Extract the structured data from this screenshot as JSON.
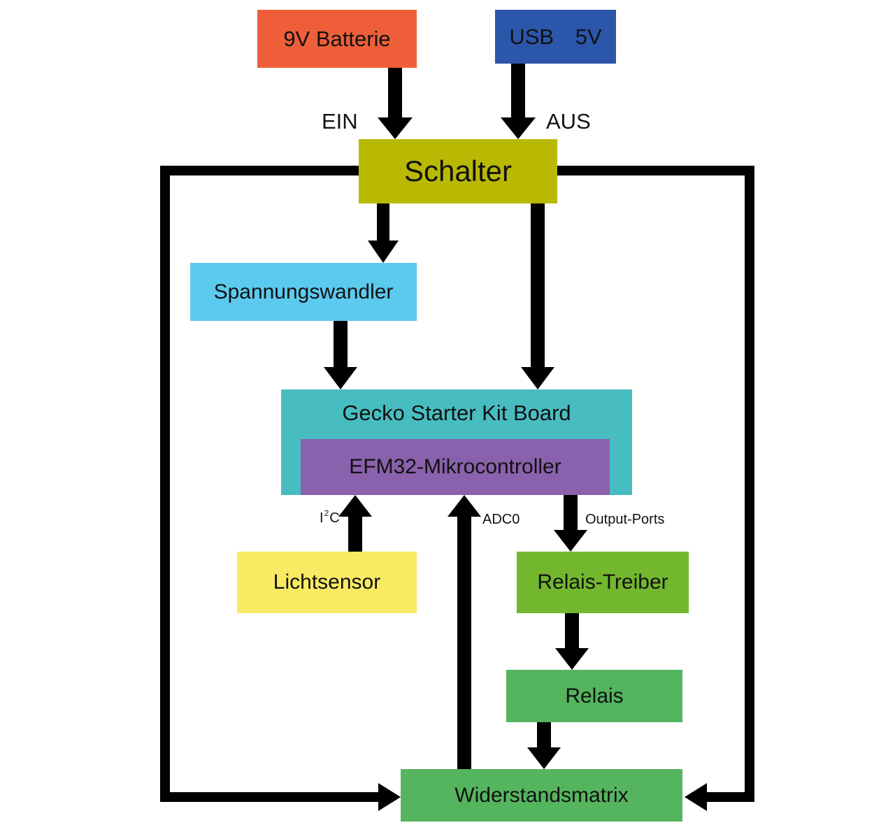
{
  "colors": {
    "battery": "#ee5f39",
    "usb": "#2c56aa",
    "switch": "#b9b904",
    "converter": "#5ccaee",
    "board": "#48bdc1",
    "mcu": "#8a61ac",
    "sensor": "#f8ea63",
    "relay_driver": "#72b72e",
    "relay": "#55b55e",
    "resistor_matrix": "#55b55e",
    "line": "#000000"
  },
  "blocks": {
    "battery": "9V Batterie",
    "usb": "USB 5V",
    "switch": "Schalter",
    "converter": "Spannungswandler",
    "board": "Gecko Starter Kit Board",
    "mcu": "EFM32-Mikrocontroller",
    "sensor": "Lichtsensor",
    "relay_driver": "Relais-Treiber",
    "relay": "Relais",
    "resistor_matrix": "Widerstandsmatrix"
  },
  "labels": {
    "ein": "EIN",
    "aus": "AUS",
    "i2c_prefix": "I",
    "i2c_sup": "2",
    "i2c_suffix": "C",
    "adc": "ADC0",
    "output": "Output-Ports"
  }
}
